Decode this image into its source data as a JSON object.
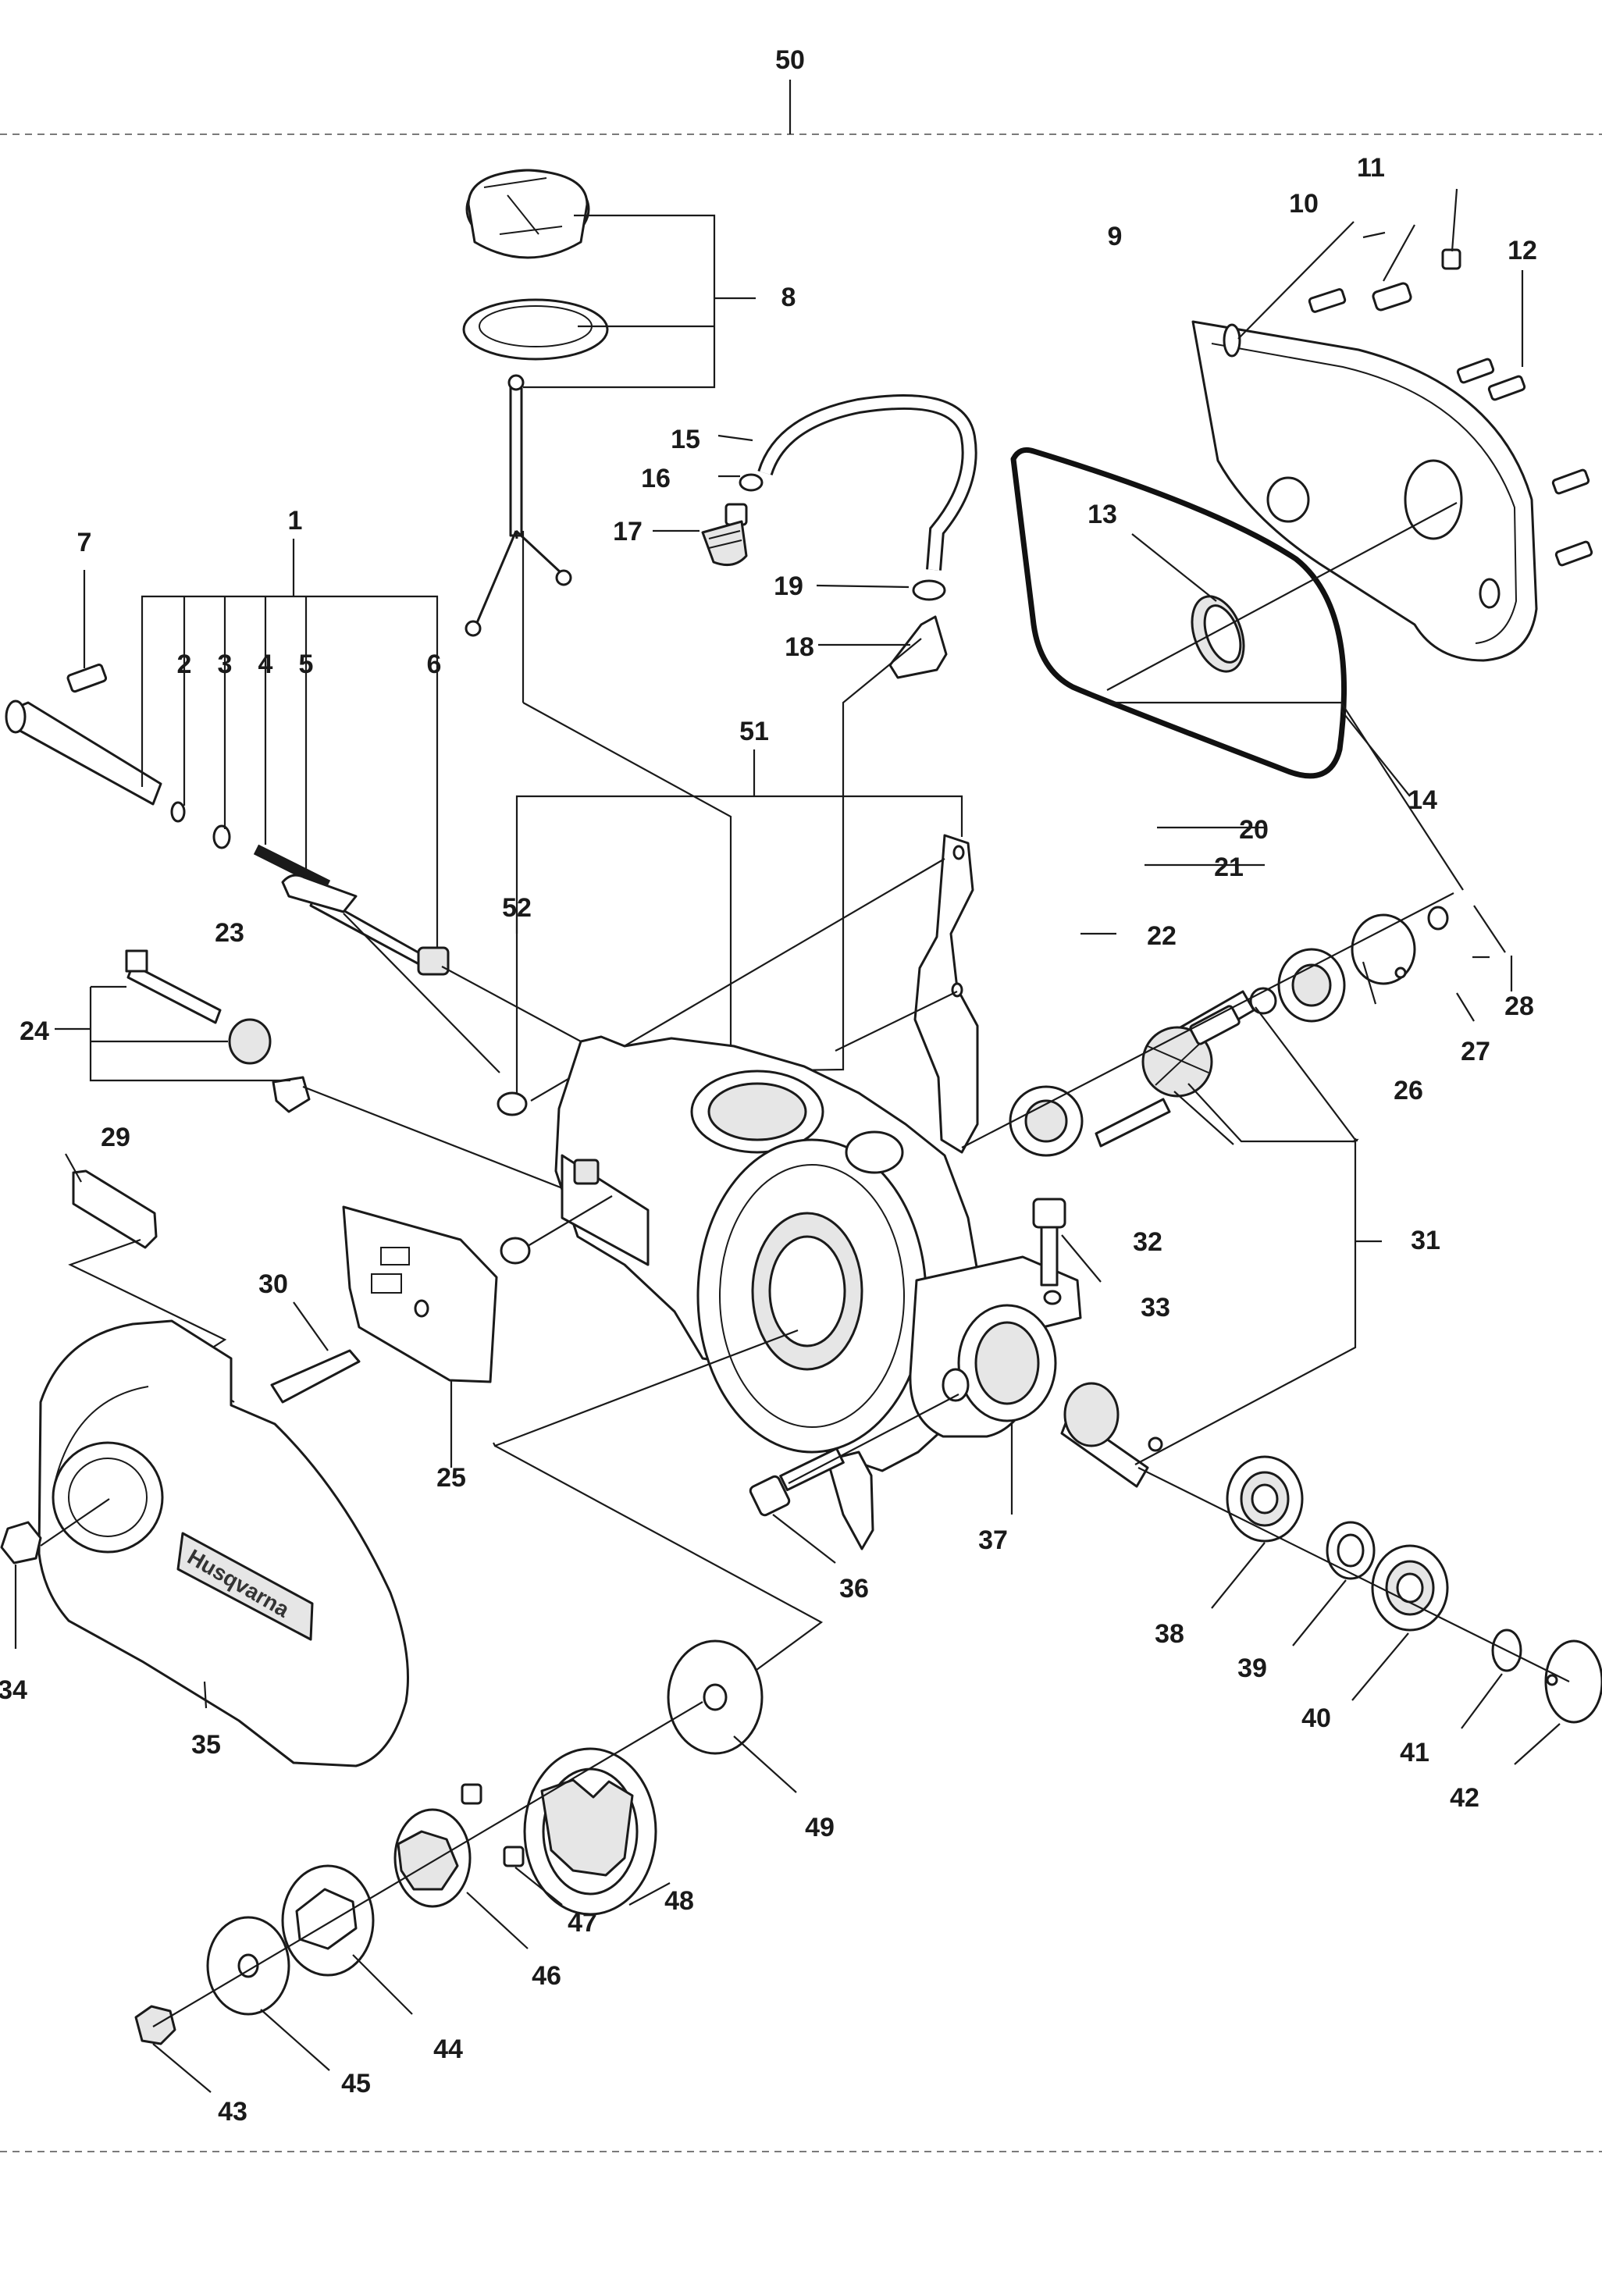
{
  "labels": [
    "1",
    "2",
    "3",
    "4",
    "5",
    "6",
    "7",
    "8",
    "9",
    "10",
    "11",
    "12",
    "13",
    "14",
    "15",
    "16",
    "17",
    "18",
    "19",
    "20",
    "21",
    "22",
    "23",
    "24",
    "25",
    "26",
    "27",
    "28",
    "29",
    "30",
    "31",
    "32",
    "33",
    "34",
    "35",
    "36",
    "37",
    "38",
    "39",
    "40",
    "41",
    "42",
    "43",
    "44",
    "45",
    "46",
    "47",
    "48",
    "49",
    "50",
    "51",
    "52"
  ],
  "logo_text": "Husqvarna",
  "icons": [
    "exploded-parts-drawing"
  ]
}
